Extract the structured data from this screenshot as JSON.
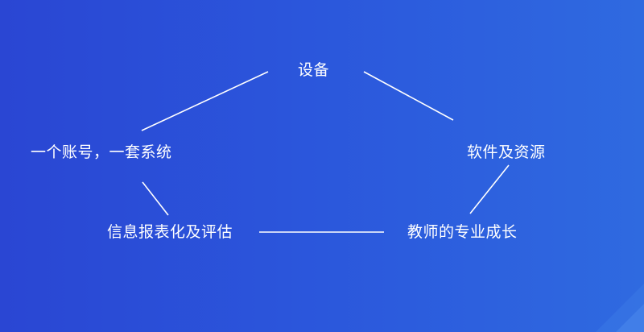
{
  "diagram": {
    "nodes": [
      {
        "id": "device",
        "label": "设备"
      },
      {
        "id": "account",
        "label": "一个账号，一套系统"
      },
      {
        "id": "software",
        "label": "软件及资源"
      },
      {
        "id": "report",
        "label": "信息报表化及评估"
      },
      {
        "id": "growth",
        "label": "教师的专业成长"
      }
    ],
    "edges": [
      {
        "from": "device",
        "to": "account"
      },
      {
        "from": "device",
        "to": "software"
      },
      {
        "from": "account",
        "to": "report"
      },
      {
        "from": "software",
        "to": "growth"
      },
      {
        "from": "report",
        "to": "growth"
      }
    ]
  },
  "colors": {
    "line": "#ffffff",
    "text": "#ffffff"
  }
}
